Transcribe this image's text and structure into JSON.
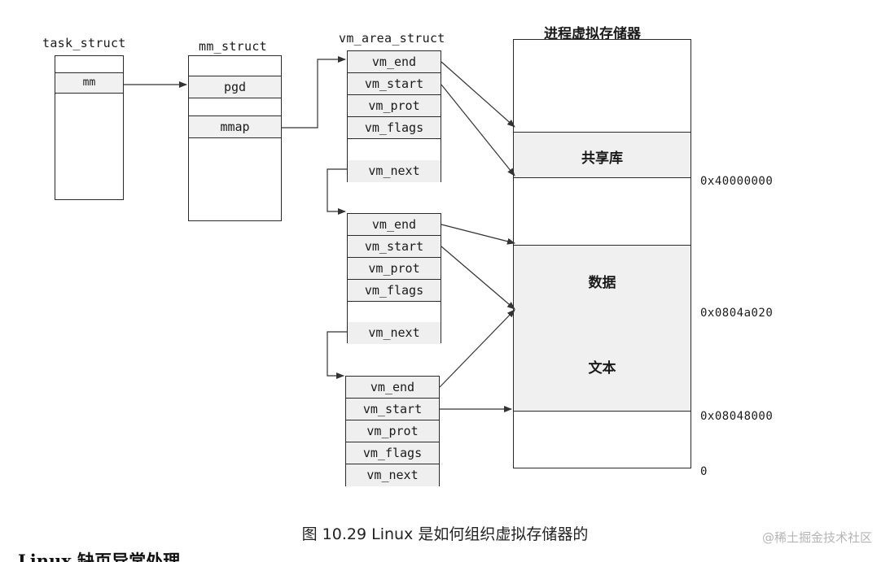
{
  "labels": {
    "task_struct": "task_struct",
    "mm_struct": "mm_struct",
    "vm_area_struct": "vm_area_struct",
    "vm_title": "进程虚拟存储器"
  },
  "task_struct": {
    "mm": "mm"
  },
  "mm_struct": {
    "pgd": "pgd",
    "mmap": "mmap"
  },
  "vm_area_structs": [
    {
      "fields": [
        "vm_end",
        "vm_start",
        "vm_prot",
        "vm_flags",
        "",
        "vm_next"
      ]
    },
    {
      "fields": [
        "vm_end",
        "vm_start",
        "vm_prot",
        "vm_flags",
        "",
        "vm_next"
      ]
    },
    {
      "fields": [
        "vm_end",
        "vm_start",
        "vm_prot",
        "vm_flags",
        "vm_next"
      ]
    }
  ],
  "regions": {
    "shared_lib": "共享库",
    "data": "数据",
    "text": "文本"
  },
  "addresses": {
    "a1": "0x40000000",
    "a2": "0x0804a020",
    "a3": "0x08048000",
    "a4": "0"
  },
  "caption": "图 10.29   Linux 是如何组织虚拟存储器的",
  "watermark": "@稀土掘金技术社区",
  "cut_text": "Linux 缺页异常处理"
}
